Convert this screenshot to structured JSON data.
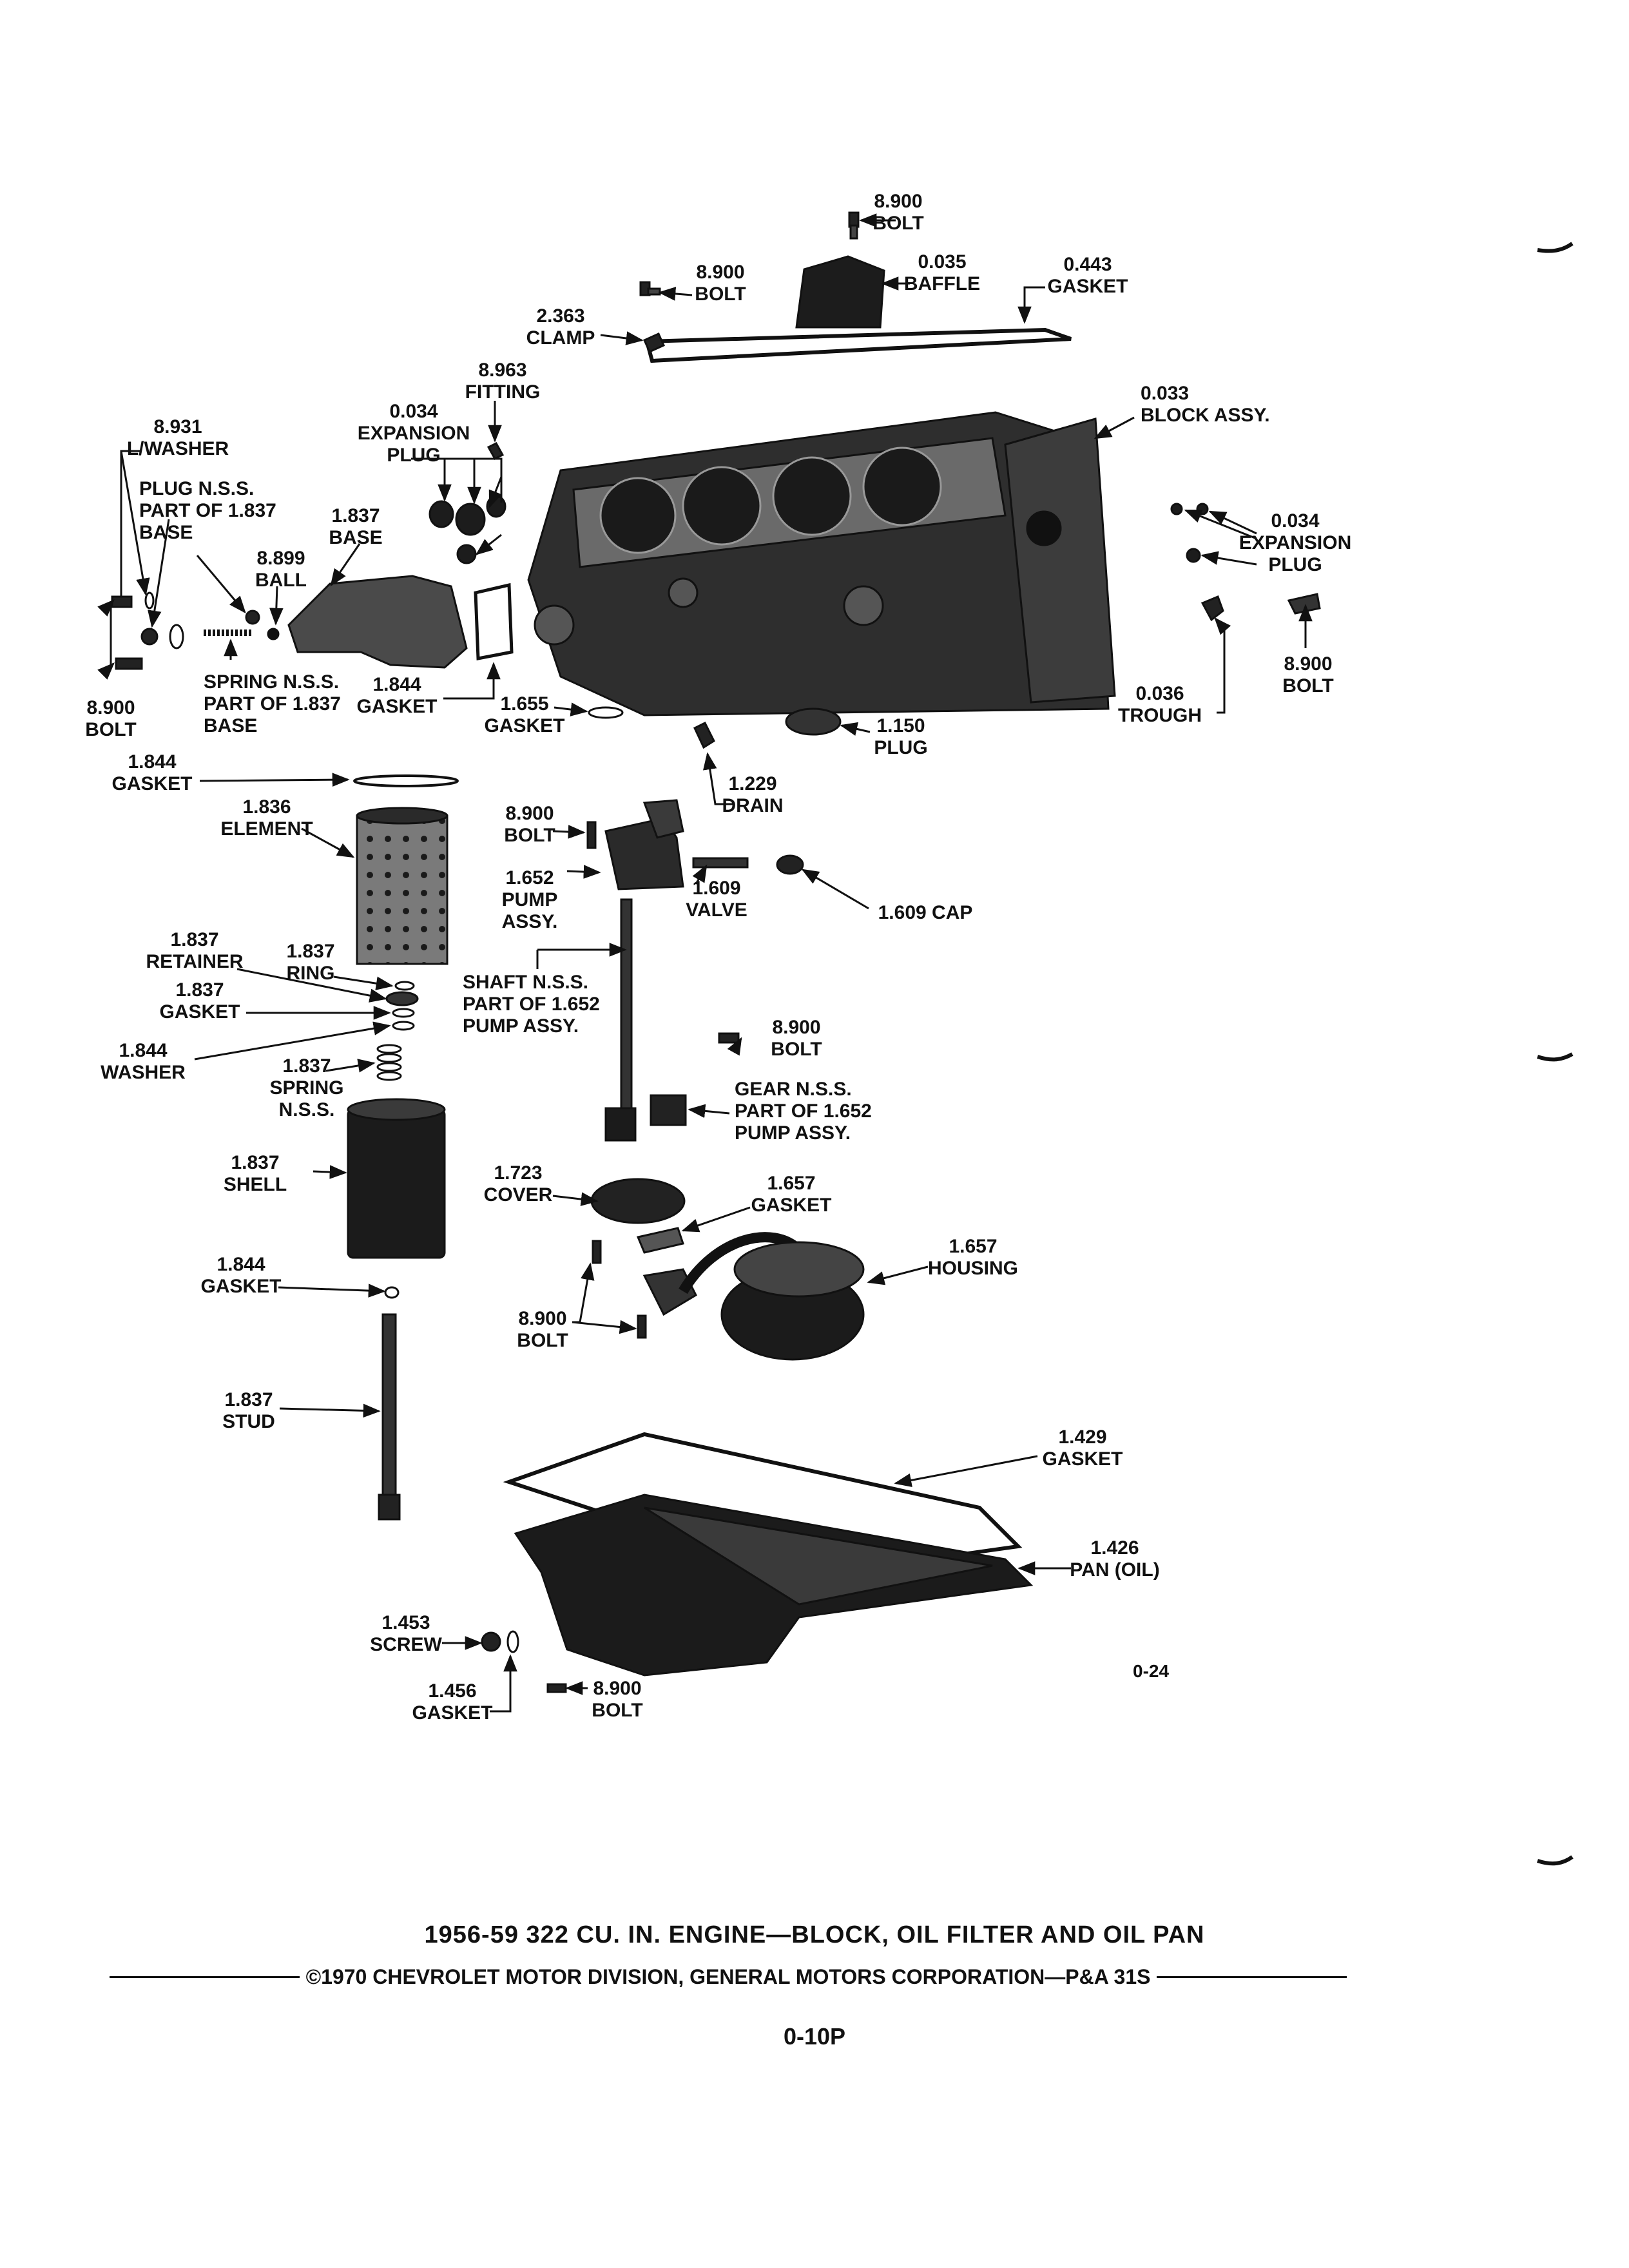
{
  "figure_code": "0-24",
  "title": "1956-59  322 CU. IN. ENGINE—BLOCK, OIL FILTER AND OIL PAN",
  "copyright": "©1970 CHEVROLET MOTOR DIVISION, GENERAL MOTORS CORPORATION—P&A 31S",
  "page_number": "0-10P",
  "callouts": [
    [
      "8.900",
      "BOLT"
    ],
    [
      "8.900",
      "BOLT"
    ],
    [
      "0.035",
      "BAFFLE"
    ],
    [
      "0.443",
      "GASKET"
    ],
    [
      "2.363",
      "CLAMP"
    ],
    [
      "8.963",
      "FITTING"
    ],
    [
      "0.034",
      "EXPANSION",
      "PLUG"
    ],
    [
      "0.033",
      "BLOCK ASSY."
    ],
    [
      "8.931",
      "L/WASHER"
    ],
    [
      "PLUG N.S.S.",
      "PART OF 1.837",
      "BASE"
    ],
    [
      "1.837",
      "BASE"
    ],
    [
      "8.899",
      "BALL"
    ],
    [
      "0.034",
      "EXPANSION",
      "PLUG"
    ],
    [
      "8.900",
      "BOLT"
    ],
    [
      "0.036",
      "TROUGH"
    ],
    [
      "SPRING N.S.S.",
      "PART OF 1.837",
      "BASE"
    ],
    [
      "1.844",
      "GASKET"
    ],
    [
      "8.900",
      "BOLT"
    ],
    [
      "1.655",
      "GASKET"
    ],
    [
      "1.150",
      "PLUG"
    ],
    [
      "1.844",
      "GASKET"
    ],
    [
      "1.229",
      "DRAIN"
    ],
    [
      "1.836",
      "ELEMENT"
    ],
    [
      "8.900",
      "BOLT"
    ],
    [
      "1.652",
      "PUMP",
      "ASSY."
    ],
    [
      "1.609",
      "VALVE"
    ],
    [
      "1.609  CAP"
    ],
    [
      "1.837",
      "RETAINER"
    ],
    [
      "1.837",
      "RING"
    ],
    [
      "1.837",
      "GASKET"
    ],
    [
      "SHAFT N.S.S.",
      "PART OF 1.652",
      "PUMP ASSY."
    ],
    [
      "1.844",
      "WASHER"
    ],
    [
      "1.837",
      "SPRING",
      "N.S.S."
    ],
    [
      "8.900",
      "BOLT"
    ],
    [
      "GEAR N.S.S.",
      "PART OF 1.652",
      "PUMP ASSY."
    ],
    [
      "1.837",
      "SHELL"
    ],
    [
      "1.723",
      "COVER"
    ],
    [
      "1.657",
      "GASKET"
    ],
    [
      "1.657",
      "HOUSING"
    ],
    [
      "1.844",
      "GASKET"
    ],
    [
      "8.900",
      "BOLT"
    ],
    [
      "1.837",
      "STUD"
    ],
    [
      "1.429",
      "GASKET"
    ],
    [
      "1.426",
      "PAN (OIL)"
    ],
    [
      "1.453",
      "SCREW"
    ],
    [
      "1.456",
      "GASKET"
    ],
    [
      "8.900",
      "BOLT"
    ]
  ]
}
